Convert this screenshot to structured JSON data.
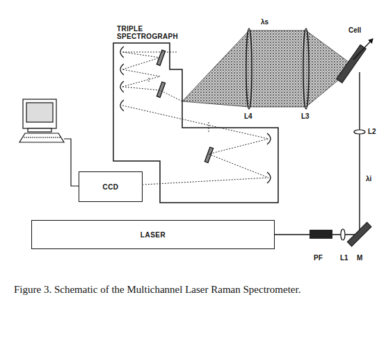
{
  "diagram": {
    "caption": "Figure 3. Schematic of the Multichannel Laser Raman Spectrometer.",
    "nodes": [
      {
        "text": [
          "TRIPLE SPECTROGRAPH"
        ]
      },
      {
        "text": [
          "CCD"
        ]
      },
      {
        "text": [
          "LASER"
        ]
      }
    ],
    "labels": [
      "λs",
      "Cell",
      "L4",
      "L3",
      "L2",
      "λi",
      "PF",
      "L1",
      "M"
    ]
  }
}
